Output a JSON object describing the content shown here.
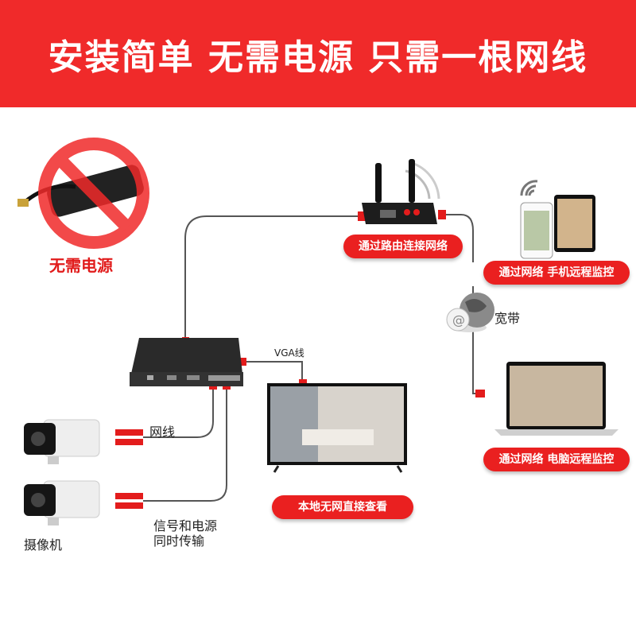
{
  "banner": {
    "title": "安装简单  无需电源  只需一根网线",
    "color": "#f02a2a"
  },
  "labels": {
    "no_power": "无需电源",
    "router_caption": "通过路由连接网络",
    "phone_caption": "通过网络 手机远程监控",
    "broadband": "宽带",
    "pc_caption": "通过网络 电脑远程监控",
    "vga": "VGA线",
    "network_cable": "网线",
    "camera": "摄像机",
    "signal_power_line1": "信号和电源",
    "signal_power_line2": "同时传输",
    "local_view": "本地无网直接查看"
  },
  "colors": {
    "accent": "#ea2020",
    "line": "#555555"
  },
  "icons": [
    "power-adapter-icon",
    "prohibited-icon",
    "router-icon",
    "phone-icon",
    "tablet-icon",
    "wifi-icon",
    "globe-icon",
    "laptop-icon",
    "nvr-icon",
    "camera-icon",
    "tv-icon"
  ]
}
